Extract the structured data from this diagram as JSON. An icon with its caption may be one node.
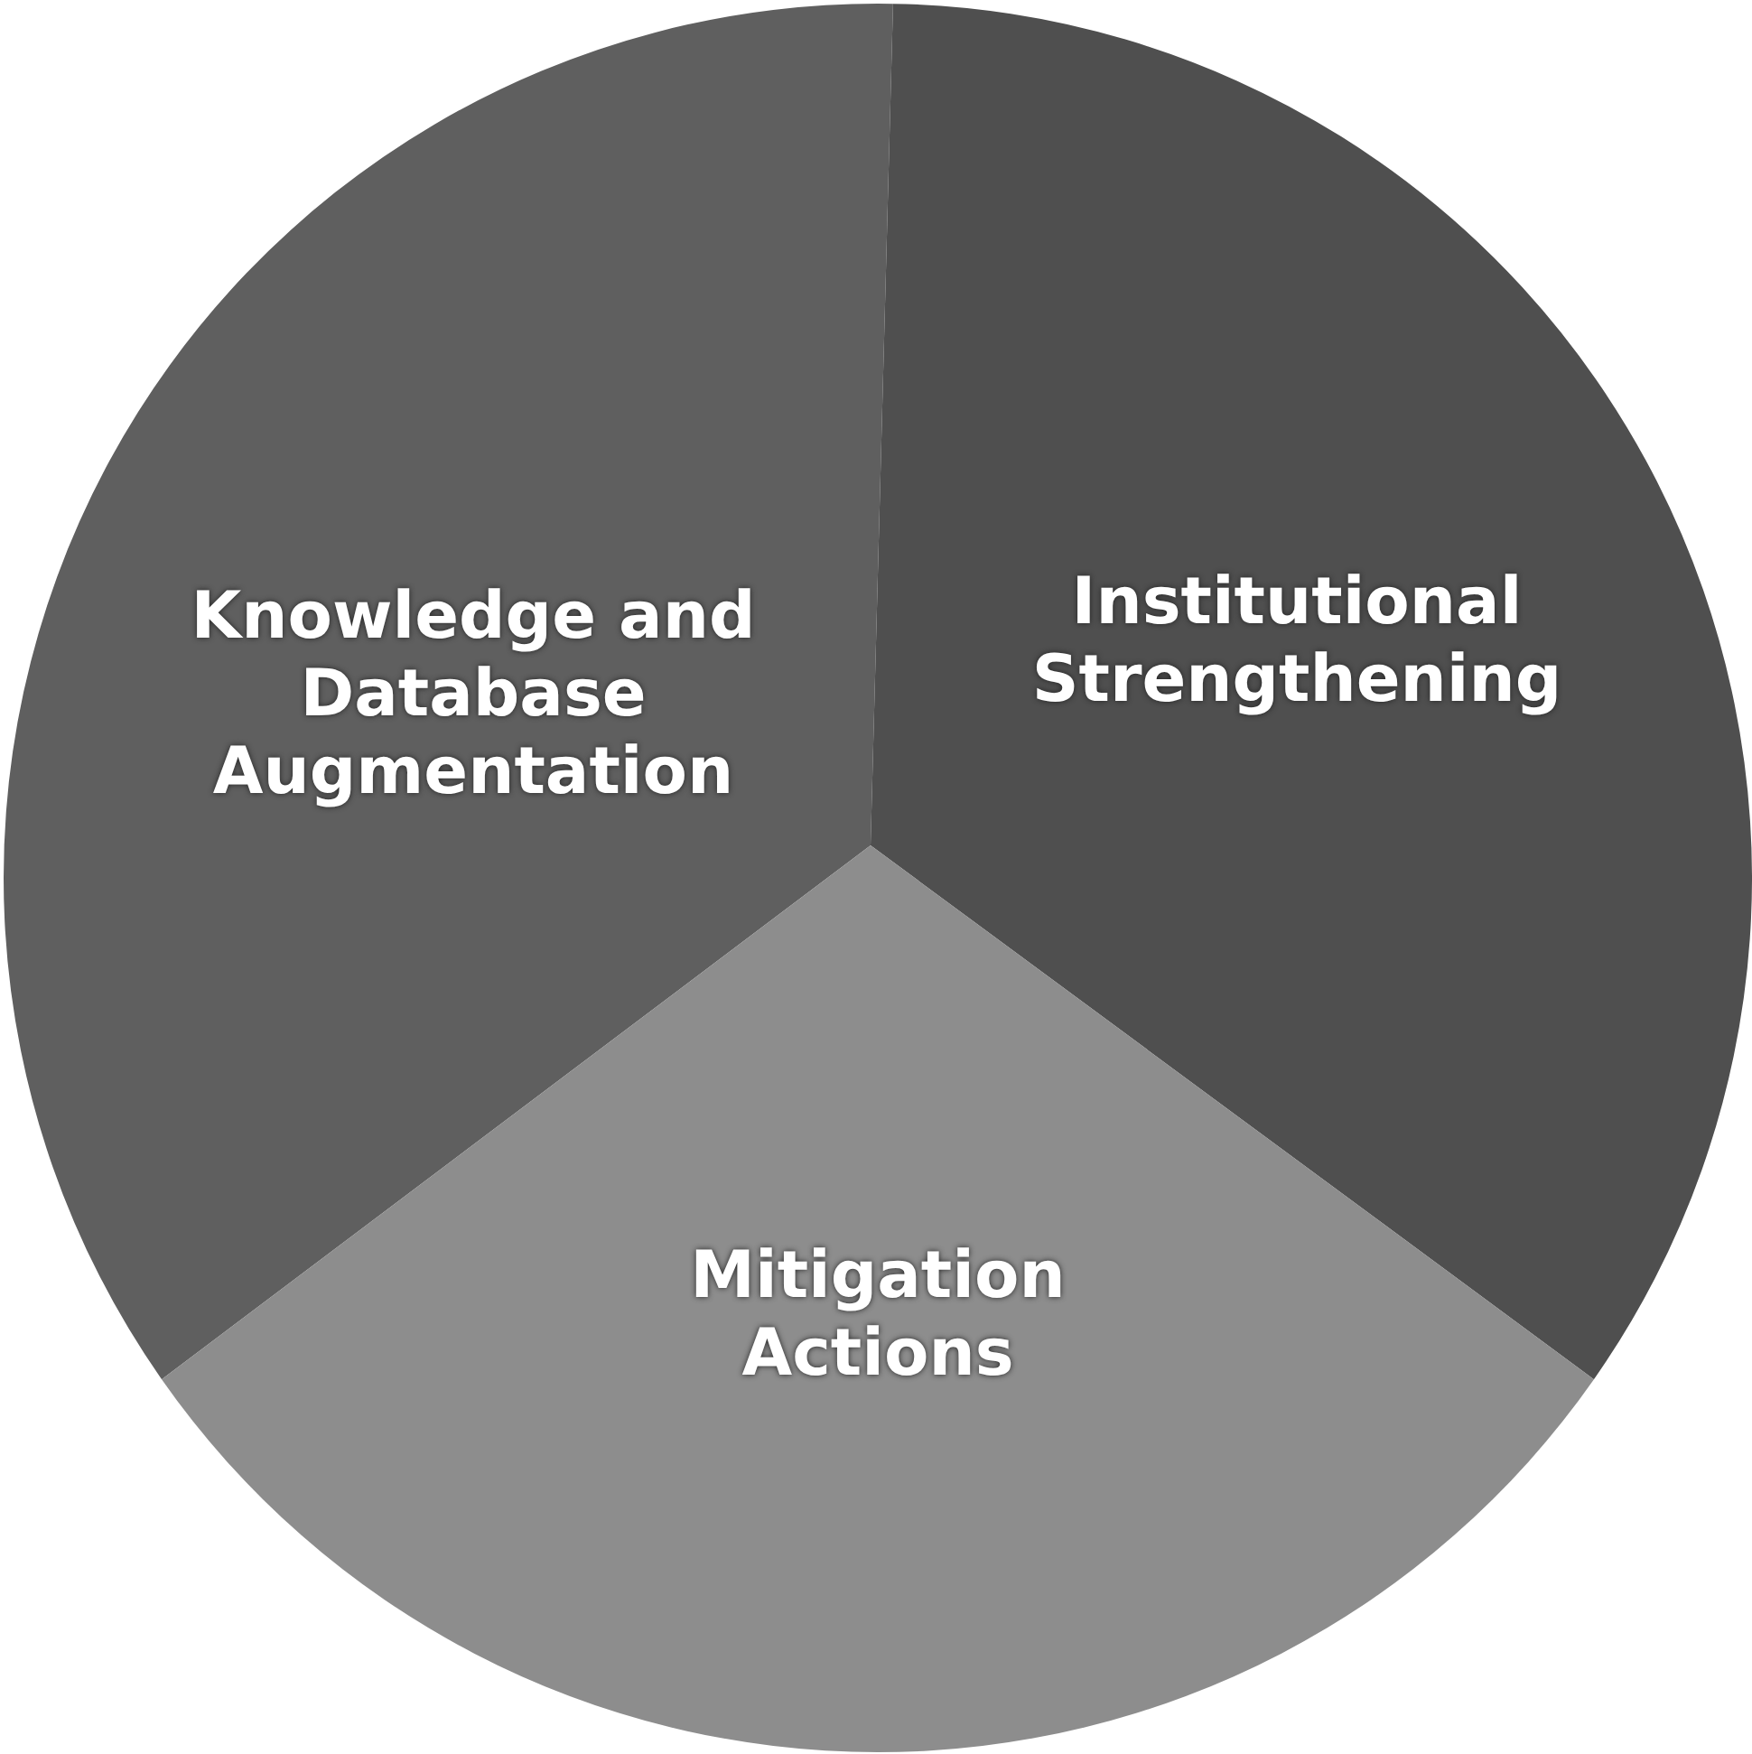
{
  "diagram": {
    "nodes": [
      {
        "text": [
          "Knowledge and Database Augmentation"
        ]
      },
      {
        "text": [
          "Institutional Strengthening"
        ]
      },
      {
        "text": [
          "Mitigation Actions"
        ]
      }
    ]
  }
}
